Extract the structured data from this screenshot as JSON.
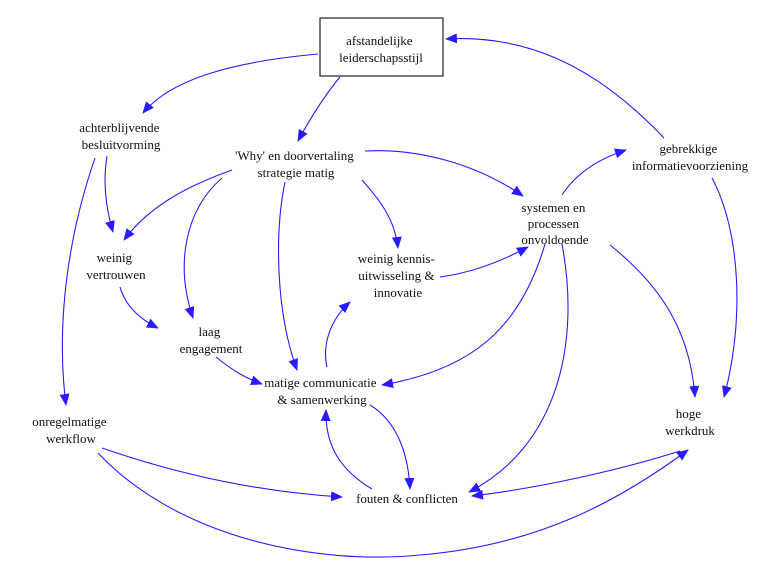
{
  "colors": {
    "edge": "#2a1aff",
    "text": "#111111",
    "background": "#ffffff"
  },
  "nodes": {
    "afstandelijke": {
      "lines": [
        "afstandelijke",
        "leiderschapsstijl"
      ]
    },
    "achterblijvende": {
      "lines": [
        "achterblijvende",
        "besluitvorming"
      ]
    },
    "why": {
      "lines": [
        "'Why' en doorvertaling",
        "strategie matig"
      ]
    },
    "gebrekkige": {
      "lines": [
        "gebrekkige",
        "informatievoorziening"
      ]
    },
    "systemen": {
      "lines": [
        "systemen en",
        "processen",
        "onvoldoende"
      ]
    },
    "weinig_vertrouwen": {
      "lines": [
        "weinig",
        "vertrouwen"
      ]
    },
    "kennis": {
      "lines": [
        "weinig kennis-",
        "uitwisseling &",
        "innovatie"
      ]
    },
    "laag": {
      "lines": [
        "laag",
        "engagement"
      ]
    },
    "communicatie": {
      "lines": [
        "matige communicatie",
        "& samenwerking"
      ]
    },
    "onregelmatige": {
      "lines": [
        "onregelmatige",
        "werkflow"
      ]
    },
    "hoge": {
      "lines": [
        "hoge",
        "werkdruk"
      ]
    },
    "fouten": {
      "lines": [
        "fouten & conflicten"
      ]
    }
  },
  "edges": [
    {
      "from": "afstandelijke",
      "to": "achterblijvende"
    },
    {
      "from": "afstandelijke",
      "to": "why"
    },
    {
      "from": "gebrekkige",
      "to": "afstandelijke"
    },
    {
      "from": "achterblijvende",
      "to": "weinig_vertrouwen"
    },
    {
      "from": "achterblijvende",
      "to": "onregelmatige"
    },
    {
      "from": "why",
      "to": "weinig_vertrouwen"
    },
    {
      "from": "why",
      "to": "laag"
    },
    {
      "from": "why",
      "to": "communicatie"
    },
    {
      "from": "why",
      "to": "kennis"
    },
    {
      "from": "why",
      "to": "systemen"
    },
    {
      "from": "weinig_vertrouwen",
      "to": "laag"
    },
    {
      "from": "laag",
      "to": "communicatie"
    },
    {
      "from": "communicatie",
      "to": "kennis"
    },
    {
      "from": "communicatie",
      "to": "fouten"
    },
    {
      "from": "kennis",
      "to": "systemen"
    },
    {
      "from": "systemen",
      "to": "gebrekkige"
    },
    {
      "from": "systemen",
      "to": "communicatie"
    },
    {
      "from": "systemen",
      "to": "fouten"
    },
    {
      "from": "systemen",
      "to": "hoge"
    },
    {
      "from": "gebrekkige",
      "to": "hoge"
    },
    {
      "from": "hoge",
      "to": "fouten"
    },
    {
      "from": "onregelmatige",
      "to": "fouten"
    },
    {
      "from": "onregelmatige",
      "to": "hoge"
    },
    {
      "from": "fouten",
      "to": "communicatie"
    }
  ]
}
